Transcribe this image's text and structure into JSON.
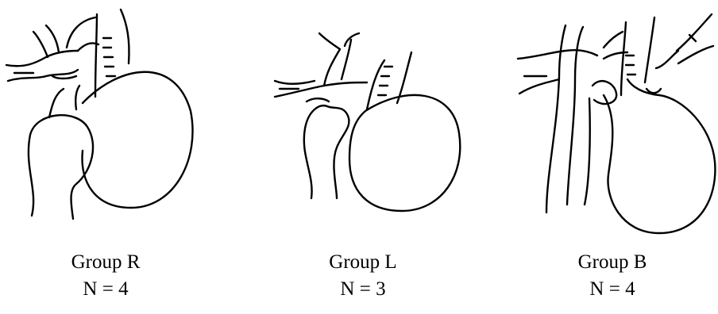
{
  "panels": [
    {
      "id": "R",
      "group_label": "Group R",
      "count_label": "N = 4"
    },
    {
      "id": "L",
      "group_label": "Group L",
      "count_label": "N = 3"
    },
    {
      "id": "B",
      "group_label": "Group B",
      "count_label": "N = 4"
    }
  ],
  "colors": {
    "ink": "#000000",
    "background": "#ffffff"
  }
}
